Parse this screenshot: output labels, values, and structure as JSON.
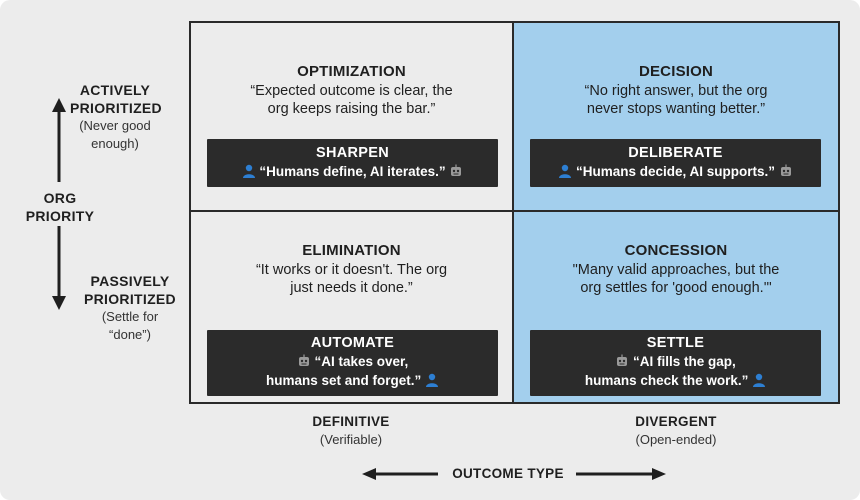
{
  "y_axis": {
    "top_label_line1": "ACTIVELY",
    "top_label_line2": "PRIORITIZED",
    "top_sub_line1": "(Never good",
    "top_sub_line2": "enough)",
    "axis_label_line1": "ORG",
    "axis_label_line2": "PRIORITY",
    "bottom_label_line1": "PASSIVELY",
    "bottom_label_line2": "PRIORITIZED",
    "bottom_sub_line1": "(Settle for",
    "bottom_sub_line2": "“done”)"
  },
  "x_axis": {
    "left_label": "DEFINITIVE",
    "left_sub": "(Verifiable)",
    "right_label": "DIVERGENT",
    "right_sub": "(Open-ended)",
    "axis_label": "OUTCOME TYPE"
  },
  "quadrants": {
    "top_left": {
      "title": "OPTIMIZATION",
      "quote_line1": "“Expected outcome is clear, the",
      "quote_line2": "org keeps raising the bar.”",
      "action_title": "SHARPEN",
      "action_text": "“Humans define, AI iterates.”"
    },
    "top_right": {
      "title": "DECISION",
      "quote_line1": "“No right answer, but the org",
      "quote_line2": "never stops wanting better.”",
      "action_title": "DELIBERATE",
      "action_text": "“Humans decide, AI supports.”"
    },
    "bottom_left": {
      "title": "ELIMINATION",
      "quote_line1": "“It works or it doesn't. The org",
      "quote_line2": "just needs it done.”",
      "action_title": "AUTOMATE",
      "action_text_line1": "“AI takes over,",
      "action_text_line2": "humans set and forget.”"
    },
    "bottom_right": {
      "title": "CONCESSION",
      "quote_line1": "\"Many valid approaches, but the",
      "quote_line2": "org settles for 'good enough.'\"",
      "action_title": "SETTLE",
      "action_text_line1": "“AI fills the gap,",
      "action_text_line2": "humans check the work.”"
    }
  },
  "icons": {
    "human": "person-icon",
    "ai": "robot-icon"
  },
  "colors": {
    "background": "#ececec",
    "divergent_fill": "#a3cfed",
    "action_box": "#2b2b2b",
    "human_icon": "#2d7fd3",
    "robot_icon": "#9a9a9a"
  }
}
